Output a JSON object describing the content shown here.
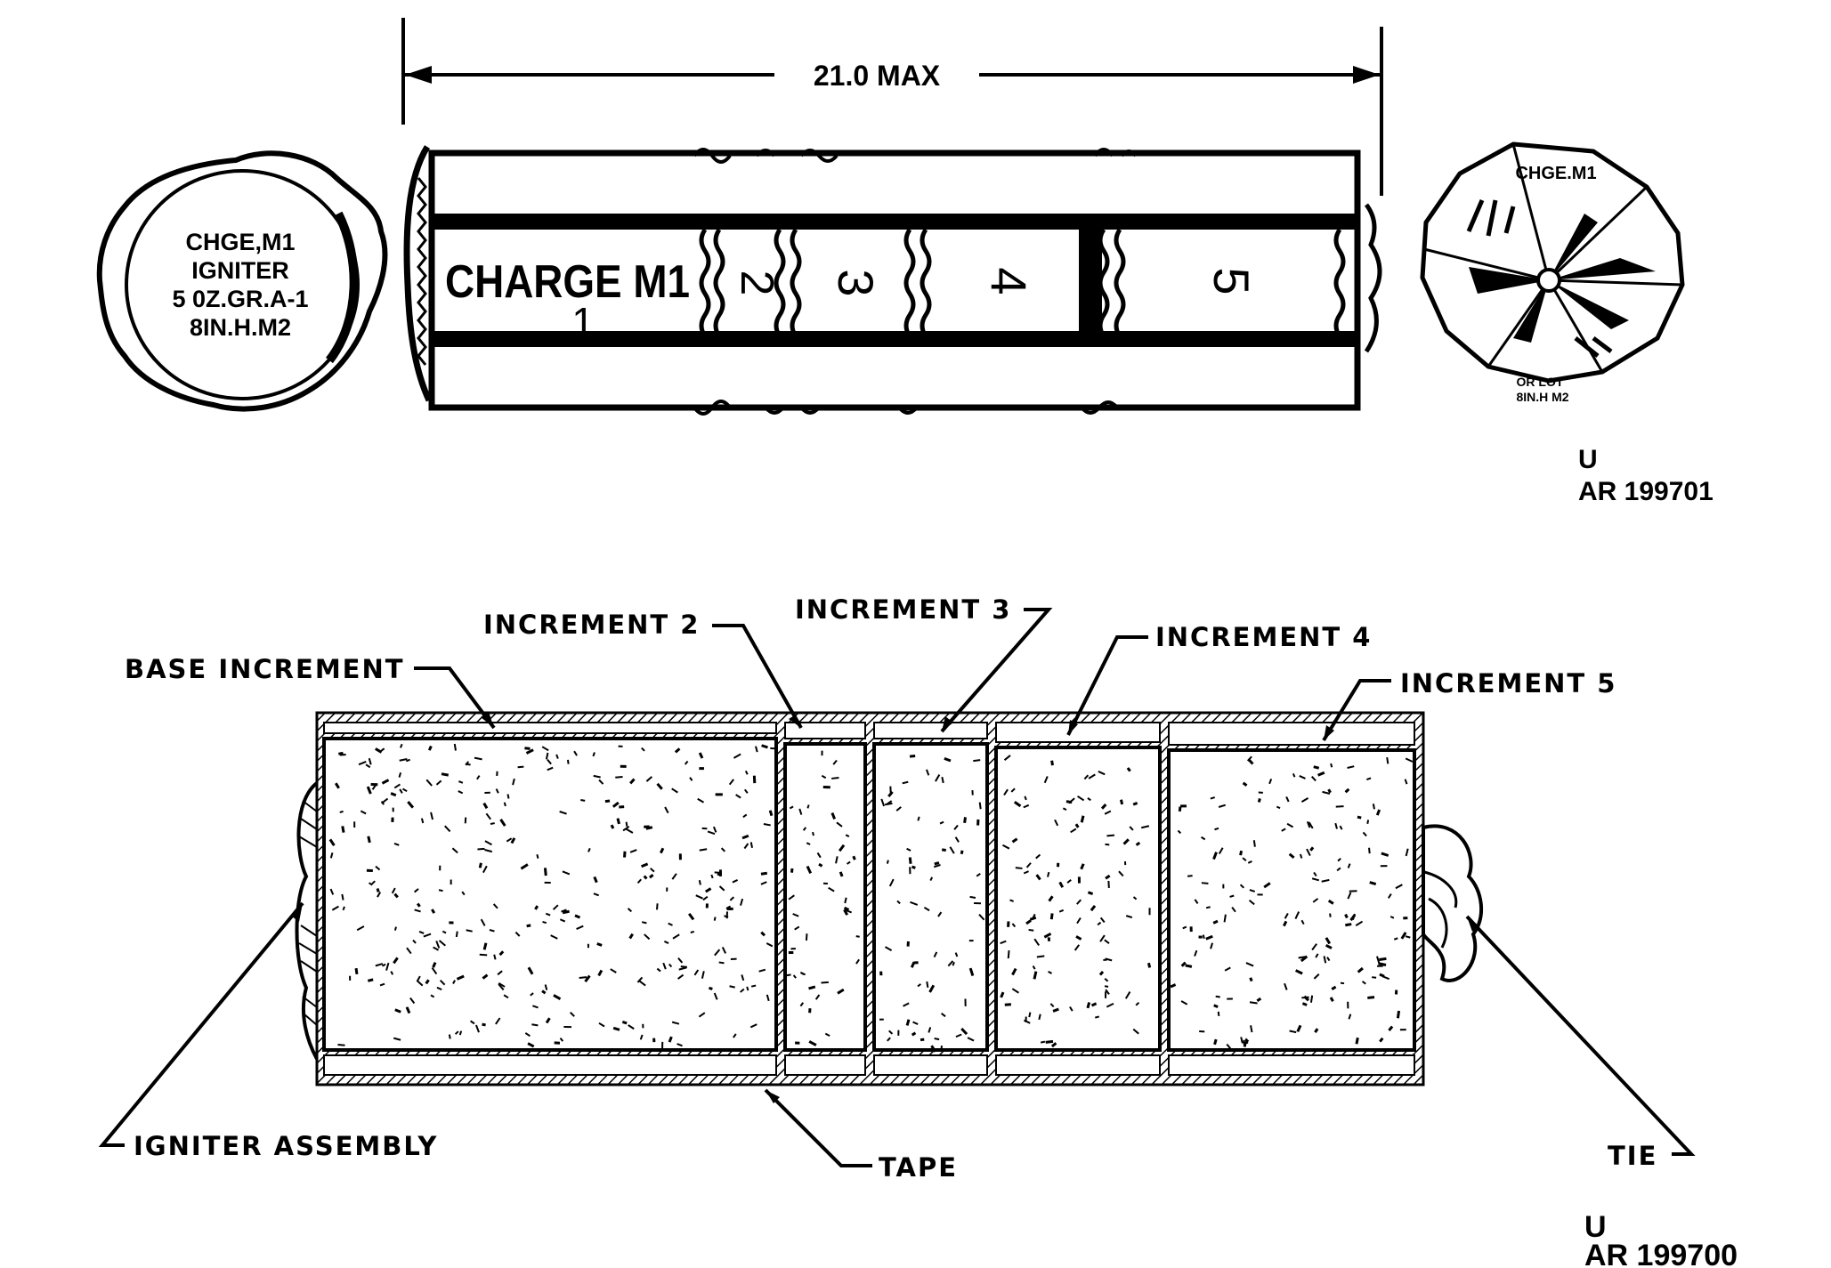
{
  "top_view": {
    "dimension_label": "21.0 MAX",
    "bag_label": "CHARGE M1",
    "increment_numbers": [
      "1",
      "2",
      "3",
      "4",
      "5"
    ],
    "igniter_label_lines": [
      "CHGE,M1",
      "IGNITER",
      "5 0Z.GR.A-1",
      "8IN.H.M2"
    ],
    "end_label_top": "CHGE.M1",
    "end_label_bottom_lines": [
      "OR LOT",
      "8IN.H M2"
    ],
    "figure_code_letter": "U",
    "figure_code": "AR 199701"
  },
  "cutaway_view": {
    "labels": {
      "base_increment": "BASE INCREMENT",
      "increment_2": "INCREMENT 2",
      "increment_3": "INCREMENT 3",
      "increment_4": "INCREMENT 4",
      "increment_5": "INCREMENT 5",
      "igniter_assembly": "IGNITER ASSEMBLY",
      "tape": "TAPE",
      "tie": "TIE"
    },
    "figure_code_letter": "U",
    "figure_code": "AR 199700"
  }
}
